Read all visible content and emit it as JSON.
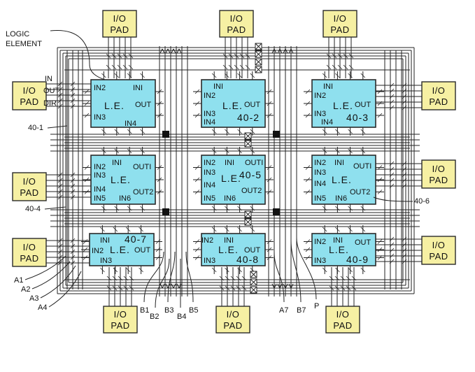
{
  "annotations": {
    "logic_element": [
      "LOGIC",
      "ELEMENT"
    ],
    "in": "IN",
    "out": "OUT",
    "dir": "DIR",
    "labels": [
      "40-1",
      "40-4",
      "40-6"
    ],
    "left_lines": [
      "A1",
      "A2",
      "A3",
      "A4"
    ],
    "bottom_lines": [
      "B1",
      "B2",
      "B3",
      "B4",
      "B5",
      "A7",
      "B7",
      "P"
    ]
  },
  "io_pad": {
    "line1": "I/O",
    "line2": "PAD"
  },
  "logic_elements": [
    {
      "id": "le-1",
      "pins": [
        "IN2",
        "INI",
        "IN3",
        "IN4",
        "OUT"
      ],
      "label": "L.E.",
      "ref": ""
    },
    {
      "id": "le-2",
      "pins": [
        "INI",
        "IN2",
        "IN3",
        "IN4",
        "OUT"
      ],
      "label": "L.E.",
      "ref": "40-2"
    },
    {
      "id": "le-3",
      "pins": [
        "INI",
        "IN2",
        "IN3",
        "IN4",
        "OUT"
      ],
      "label": "L.E.",
      "ref": "40-3"
    },
    {
      "id": "le-4",
      "pins": [
        "IN2",
        "INI",
        "IN3",
        "IN4",
        "IN5",
        "IN6",
        "OUTI",
        "OUT2"
      ],
      "label": "L.E.",
      "ref": ""
    },
    {
      "id": "le-5",
      "pins": [
        "IN2",
        "INI",
        "IN3",
        "IN4",
        "IN5",
        "IN6",
        "OUTI",
        "OUT2"
      ],
      "label": "L.E.",
      "ref": "40-5"
    },
    {
      "id": "le-6",
      "pins": [
        "IN2",
        "INI",
        "IN3",
        "IN4",
        "IN5",
        "IN6",
        "OUTI",
        "OUT2"
      ],
      "label": "L.E.",
      "ref": ""
    },
    {
      "id": "le-7",
      "pins": [
        "INI",
        "IN2",
        "IN3",
        "OUT"
      ],
      "label": "L.E.",
      "ref": "40-7"
    },
    {
      "id": "le-8",
      "pins": [
        "IN2",
        "INI",
        "IN3",
        "OUT"
      ],
      "label": "L.E.",
      "ref": "40-8"
    },
    {
      "id": "le-9",
      "pins": [
        "IN2",
        "INI",
        "IN3",
        "OUT"
      ],
      "label": "L.E.",
      "ref": "40-9"
    }
  ]
}
